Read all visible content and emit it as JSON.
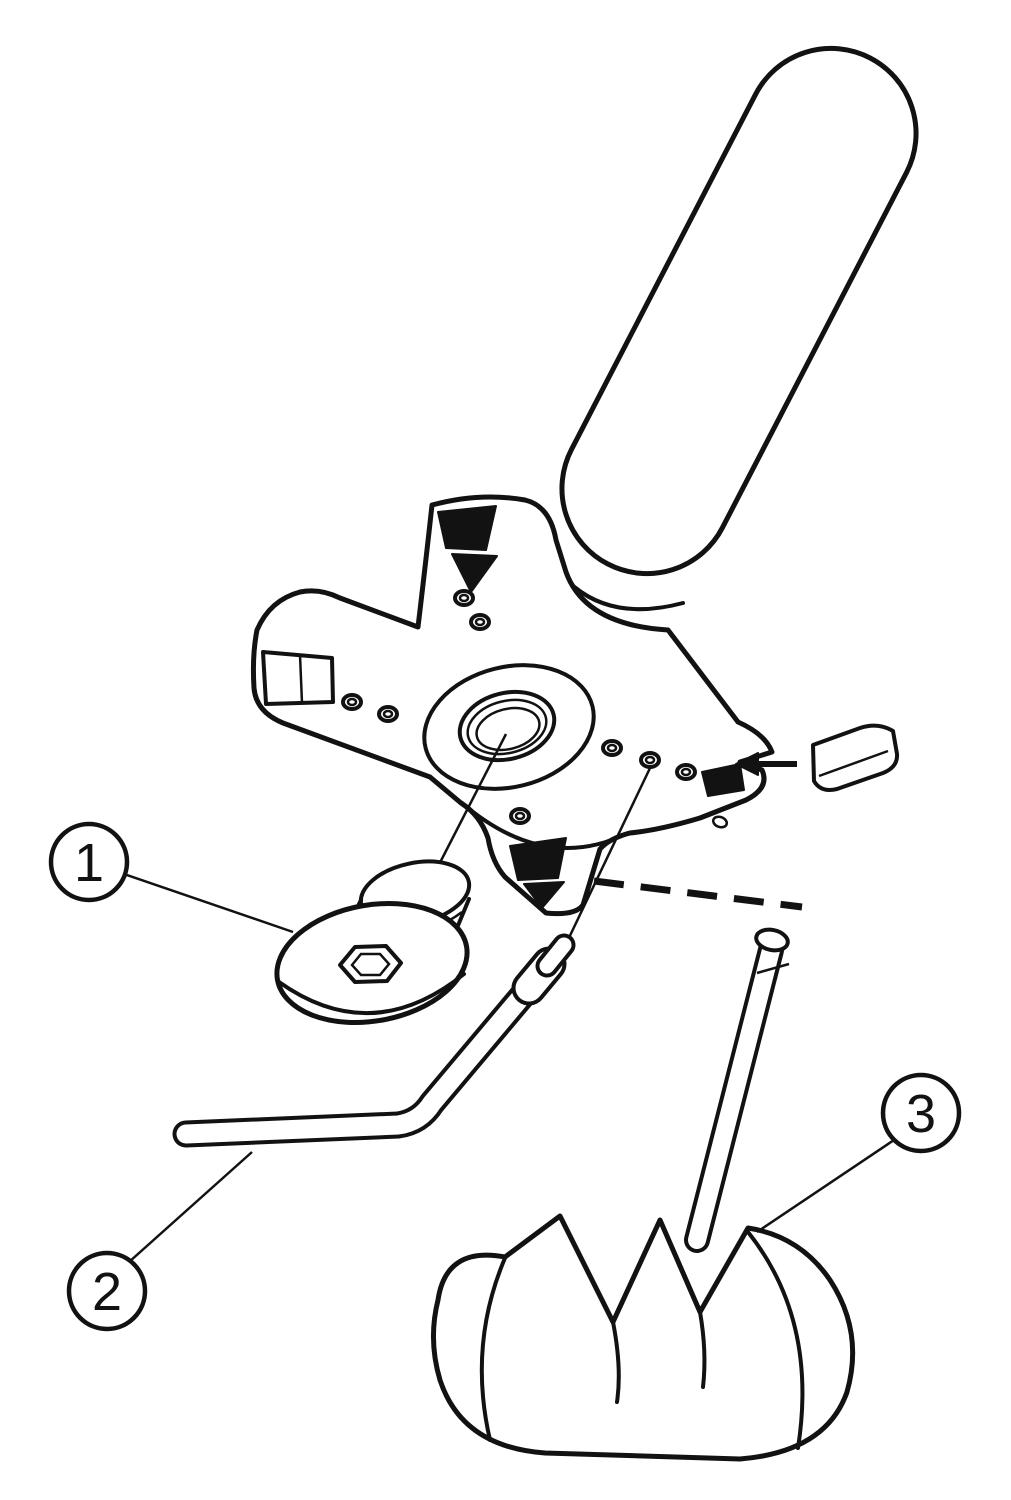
{
  "diagram": {
    "background": "#ffffff",
    "line_color": "#121212",
    "type": "exploded-assembly-drawing",
    "callouts": [
      {
        "id": 1,
        "label": "1",
        "points_to": "plug-screw"
      },
      {
        "id": 2,
        "label": "2",
        "points_to": "l-hex-key"
      },
      {
        "id": 3,
        "label": "3",
        "points_to": "cutter-head"
      }
    ]
  }
}
